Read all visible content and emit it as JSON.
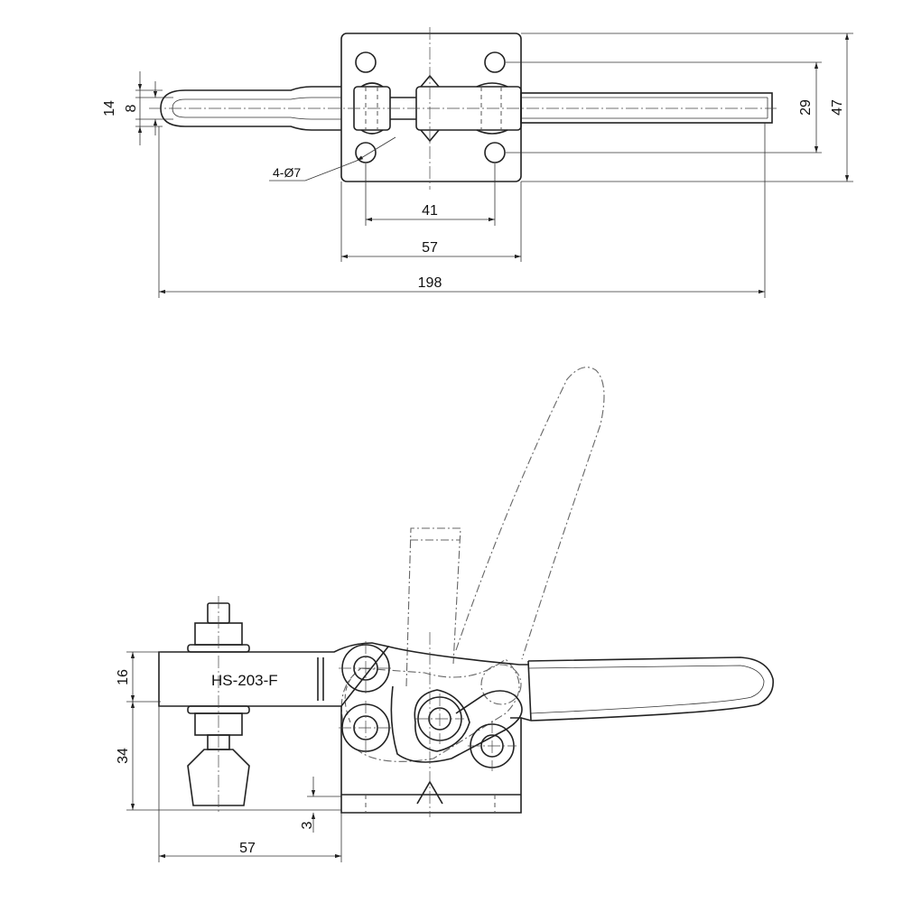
{
  "top_view": {
    "dims": {
      "handle_width": "14",
      "handle_inner": "8",
      "hole_callout": "4-Ø7",
      "hole_pitch_x": "41",
      "base_width": "57",
      "overall_length": "198",
      "hole_pitch_y": "29",
      "base_depth": "47"
    }
  },
  "side_view": {
    "model_label": "HS-203-F",
    "dims": {
      "arm_height": "16",
      "spindle_height": "34",
      "base_thickness": "3",
      "reach": "57"
    }
  }
}
